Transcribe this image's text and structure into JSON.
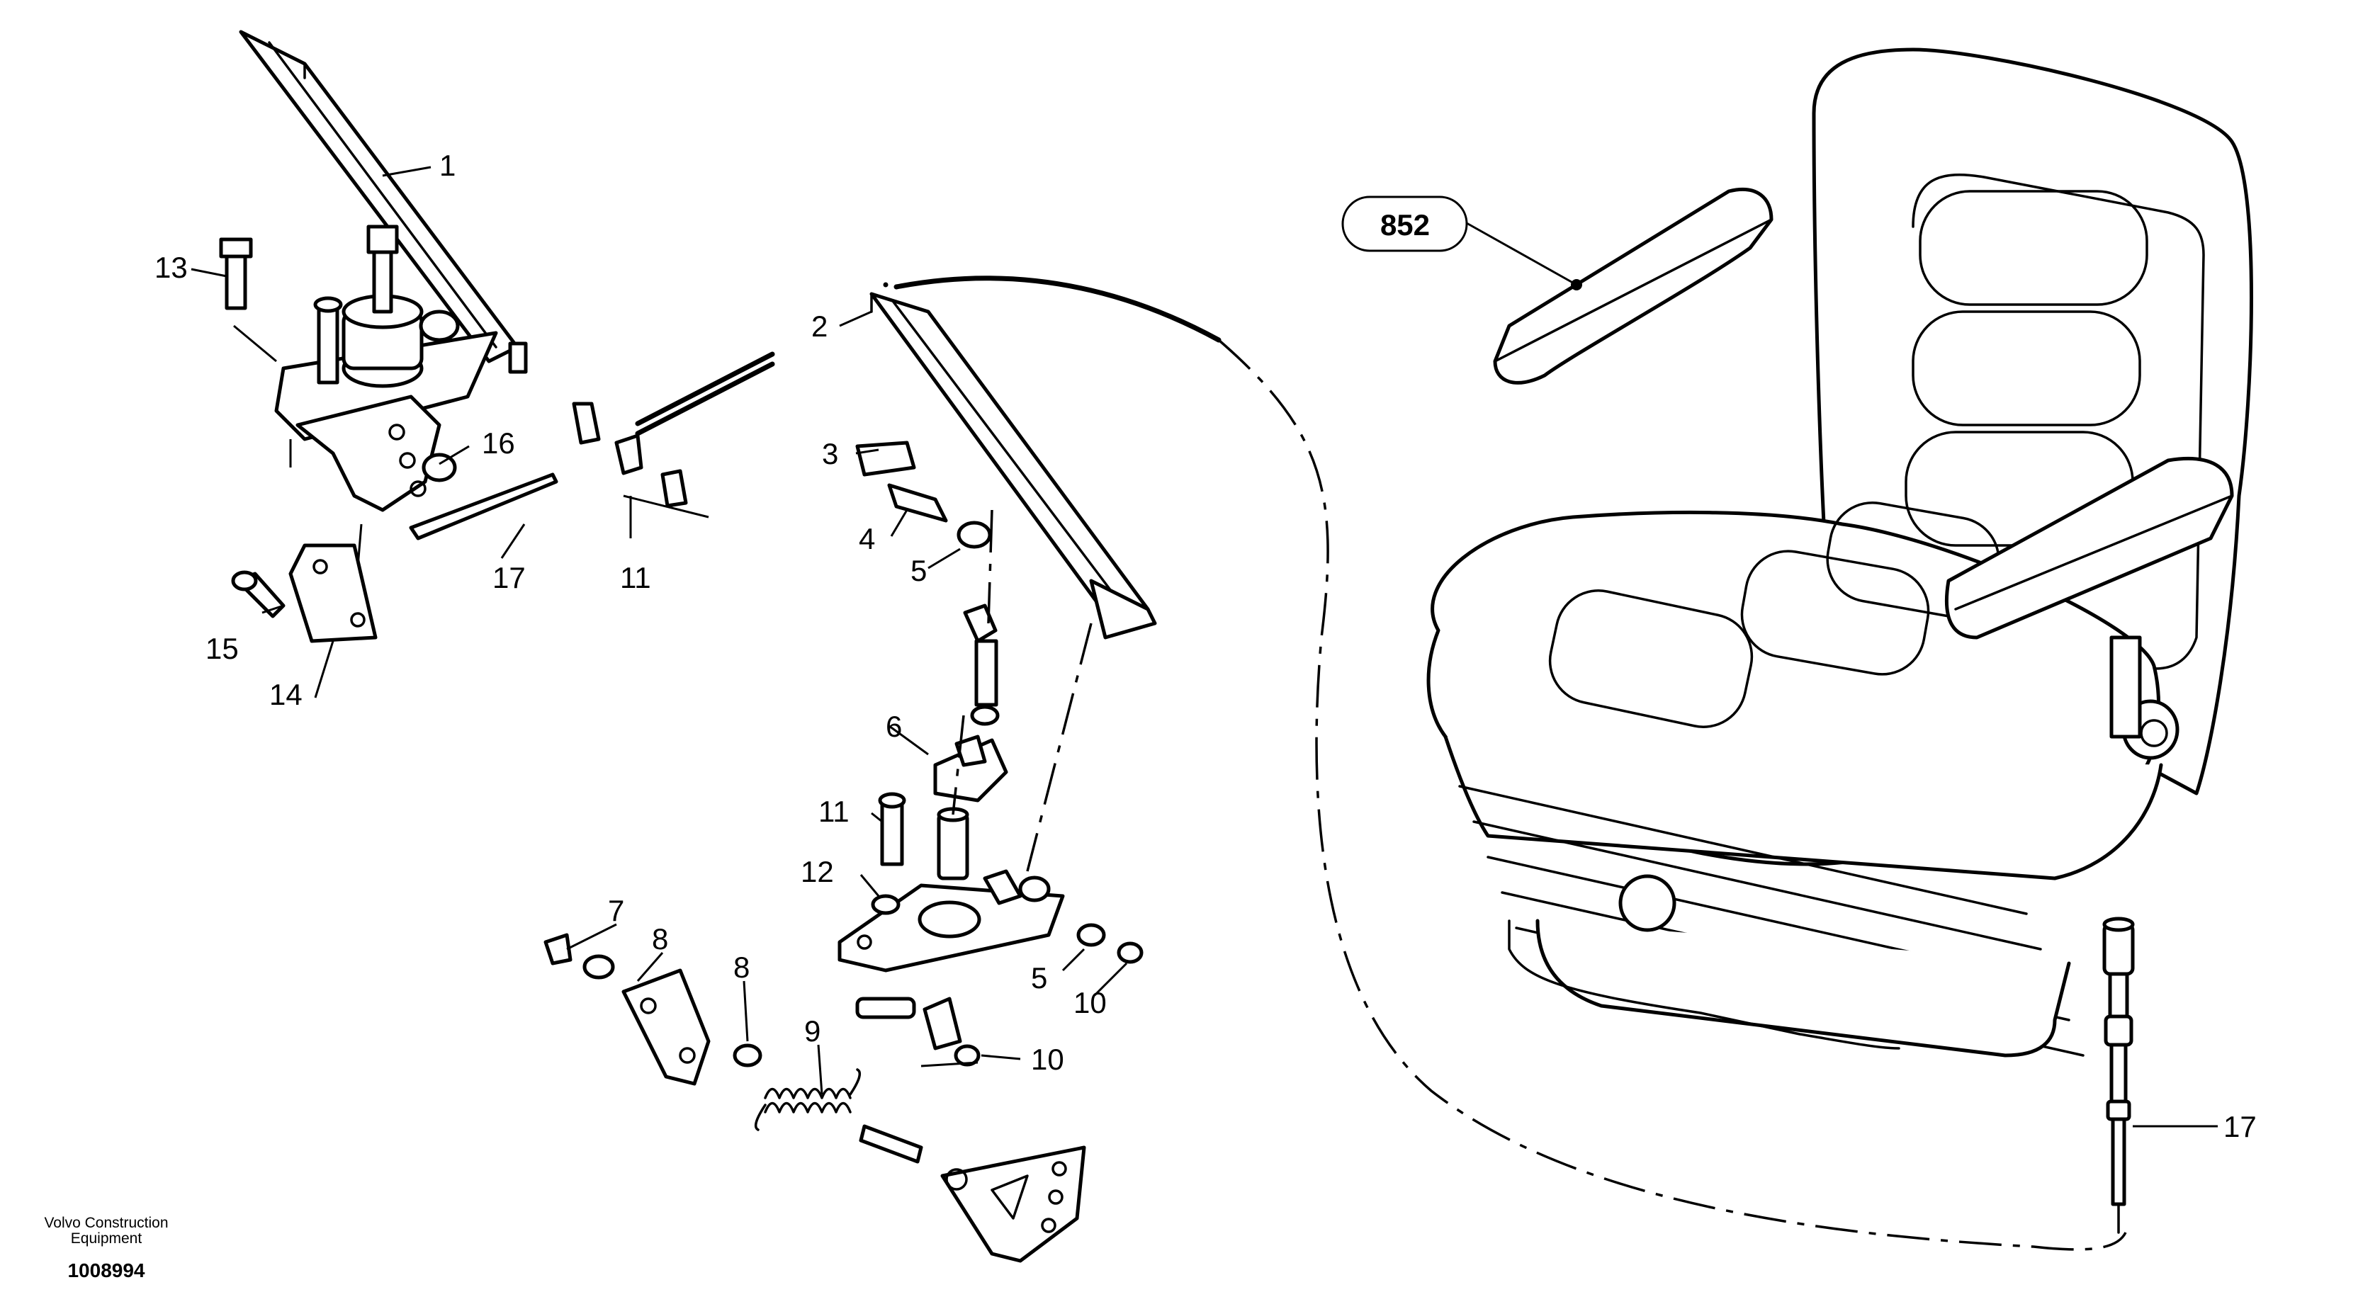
{
  "labels": {
    "p1": "1",
    "p2": "2",
    "p3": "3",
    "p4": "4",
    "p5a": "5",
    "p5b": "5",
    "p6": "6",
    "p7": "7",
    "p8a": "8",
    "p8b": "8",
    "p9": "9",
    "p10a": "10",
    "p10b": "10",
    "p11a": "11",
    "p11b": "11",
    "p12": "12",
    "p13": "13",
    "p14": "14",
    "p15": "15",
    "p16": "16",
    "p17a": "17",
    "p17b": "17"
  },
  "reference": "852",
  "footer": {
    "company_line1": "Volvo Construction",
    "company_line2": "Equipment",
    "drawing_number": "1008994"
  }
}
